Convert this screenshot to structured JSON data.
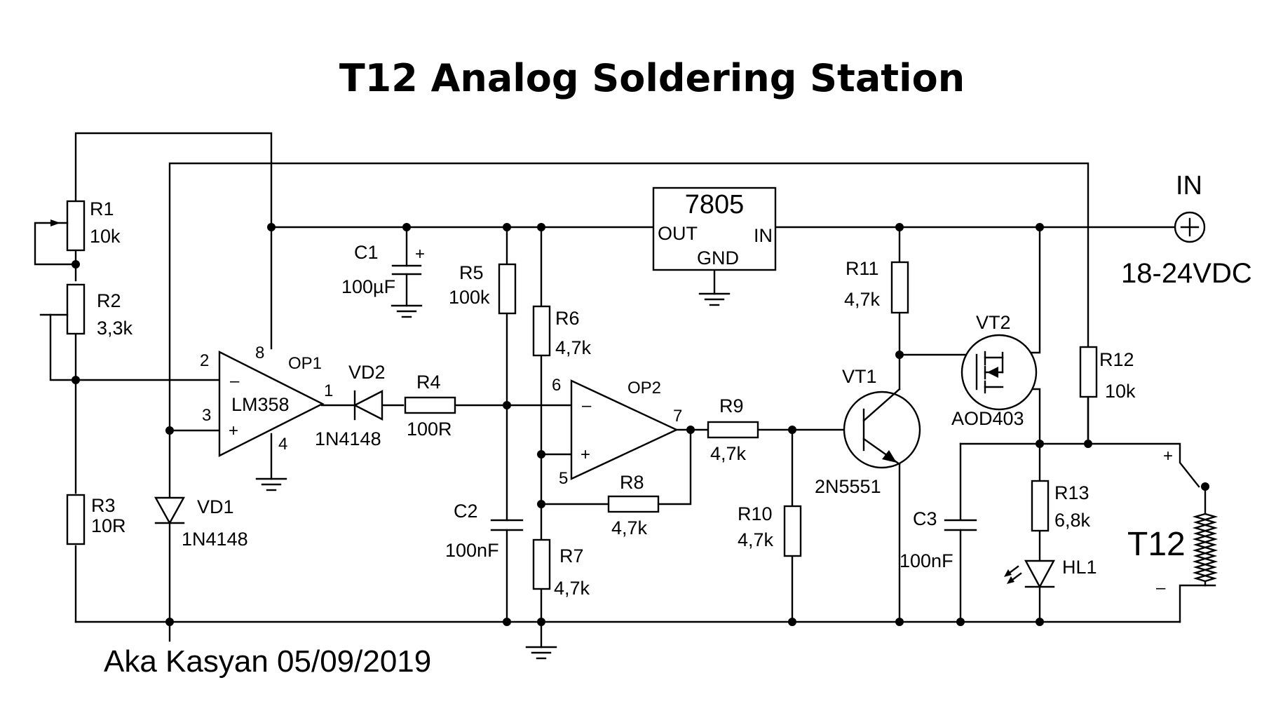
{
  "title": "T12  Analog  Soldering  Station",
  "author": "Aka Kasyan 05/09/2019",
  "power": {
    "label": "IN",
    "voltage": "18-24VDC"
  },
  "regulator": {
    "name": "7805",
    "pin_out": "OUT",
    "pin_in": "IN",
    "pin_gnd": "GND"
  },
  "op1": {
    "ref": "OP1",
    "part": "LM358",
    "pin_inv": "2",
    "pin_noninv": "3",
    "pin_out": "1",
    "pin_vcc": "8",
    "pin_gnd": "4",
    "sym_minus": "–",
    "sym_plus": "+"
  },
  "op2": {
    "ref": "OP2",
    "pin_inv": "6",
    "pin_noninv": "5",
    "pin_out": "7",
    "sym_minus": "–",
    "sym_plus": "+"
  },
  "r1": {
    "ref": "R1",
    "value": "10k"
  },
  "r2": {
    "ref": "R2",
    "value": "3,3k"
  },
  "r3": {
    "ref": "R3",
    "value": "10R"
  },
  "r4": {
    "ref": "R4",
    "value": "100R"
  },
  "r5": {
    "ref": "R5",
    "value": "100k"
  },
  "r6": {
    "ref": "R6",
    "value": "4,7k"
  },
  "r7": {
    "ref": "R7",
    "value": "4,7k"
  },
  "r8": {
    "ref": "R8",
    "value": "4,7k"
  },
  "r9": {
    "ref": "R9",
    "value": "4,7k"
  },
  "r10": {
    "ref": "R10",
    "value": "4,7k"
  },
  "r11": {
    "ref": "R11",
    "value": "4,7k"
  },
  "r12": {
    "ref": "R12",
    "value": "10k"
  },
  "r13": {
    "ref": "R13",
    "value": "6,8k"
  },
  "c1": {
    "ref": "C1",
    "value": "100µF",
    "pol": "+"
  },
  "c2": {
    "ref": "C2",
    "value": "100nF"
  },
  "c3": {
    "ref": "C3",
    "value": "100nF"
  },
  "vd1": {
    "ref": "VD1",
    "part": "1N4148"
  },
  "vd2": {
    "ref": "VD2",
    "part": "1N4148"
  },
  "vt1": {
    "ref": "VT1",
    "part": "2N5551"
  },
  "vt2": {
    "ref": "VT2",
    "part": "AOD403"
  },
  "hl1": {
    "ref": "HL1"
  },
  "t12": {
    "ref": "T12",
    "plus": "+",
    "minus": "–"
  }
}
